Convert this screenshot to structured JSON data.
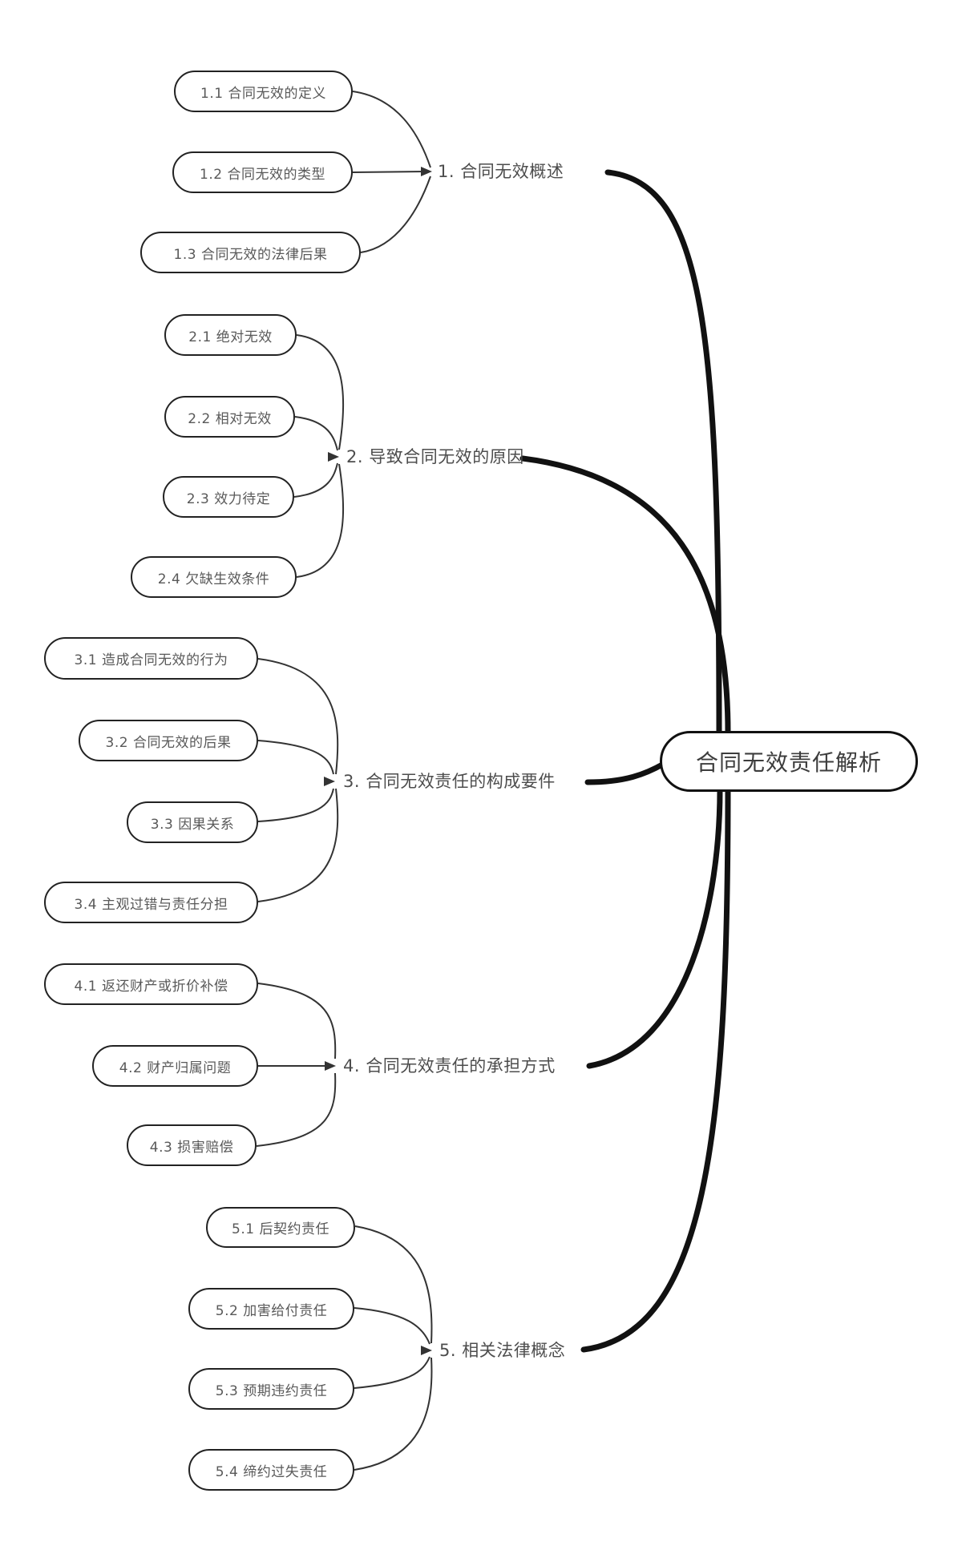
{
  "root": {
    "label": "合同无效责任解析"
  },
  "branches": [
    {
      "label": "1. 合同无效概述",
      "children": [
        "1.1 合同无效的定义",
        "1.2 合同无效的类型",
        "1.3 合同无效的法律后果"
      ]
    },
    {
      "label": "2. 导致合同无效的原因",
      "children": [
        "2.1 绝对无效",
        "2.2 相对无效",
        "2.3 效力待定",
        "2.4 欠缺生效条件"
      ]
    },
    {
      "label": "3. 合同无效责任的构成要件",
      "children": [
        "3.1 造成合同无效的行为",
        "3.2 合同无效的后果",
        "3.3 因果关系",
        "3.4 主观过错与责任分担"
      ]
    },
    {
      "label": "4. 合同无效责任的承担方式",
      "children": [
        "4.1 返还财产或折价补偿",
        "4.2 财产归属问题",
        "4.3 损害赔偿"
      ]
    },
    {
      "label": "5. 相关法律概念",
      "children": [
        "5.1 后契约责任",
        "5.2 加害给付责任",
        "5.3 预期违约责任",
        "5.4 缔约过失责任"
      ]
    }
  ],
  "colors": {
    "background": "#ffffff",
    "thin_line": "#333333",
    "thick_line": "#111111",
    "node_border": "#222222",
    "node_text": "#595959",
    "label_text": "#4d4d4d"
  }
}
